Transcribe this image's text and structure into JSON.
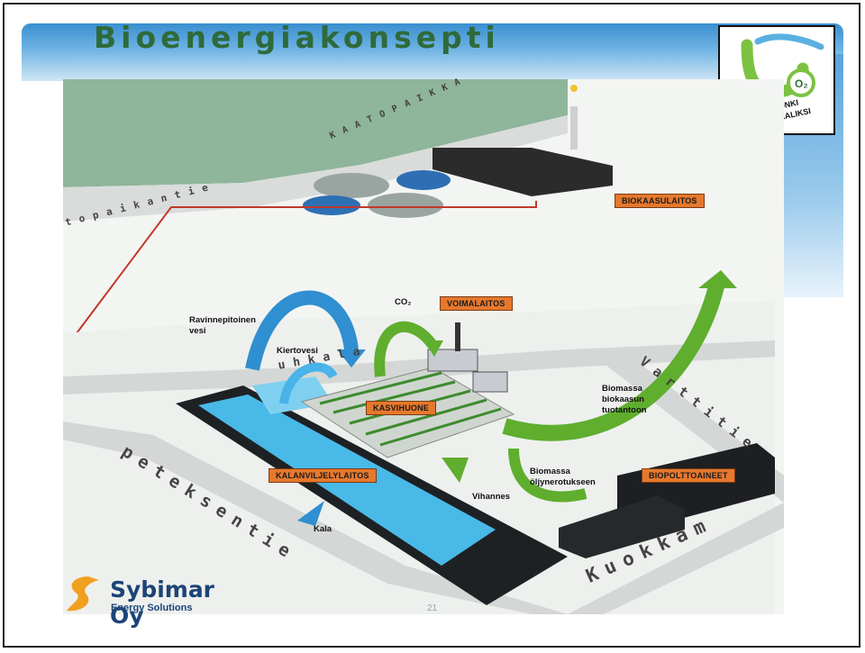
{
  "slide": {
    "title": "Bioenergiakonsepti",
    "page_number": "21"
  },
  "logo": {
    "line1": "UUSIKAUPUNKI",
    "line2": "HIILINEUTRAALIKSI",
    "mark": "O₂"
  },
  "roads": {
    "kaatopaikka": "KAATOPAIKKA",
    "kaatopaikantie": "topaikantie",
    "upper_road": "uhkala",
    "peteksentie": "peteksentie",
    "vartti": "Varttitie",
    "kuokka": "Kuokkam"
  },
  "facilities": {
    "biokaasu": "BIOKAASULAITOS",
    "voimala": "VOIMALAITOS",
    "kasvihuone": "KASVIHUONE",
    "kalanviljely": "KALANVILJELYLAITOS",
    "biopoltto": "BIOPOLTTOAINEET"
  },
  "flows": {
    "ravinne": "Ravinnepitoinen\nvesi",
    "kierto": "Kiertovesi",
    "co2": "CO₂",
    "biomassa_biokaasu": "Biomassa\nbiokaasun\ntuotantoon",
    "biomassa_oljy": "Biomassa\nöljynerotukseen",
    "vihannes": "Vihannes",
    "kala": "Kala"
  },
  "footer": {
    "company": "Sybimar Oy",
    "tagline": "Energy Solutions"
  },
  "colors": {
    "title_green": "#2f6a3a",
    "label_orange": "#e6782c",
    "arrow_green": "#5fae2e",
    "arrow_blue": "#2f8fd0",
    "brand_blue": "#1c4477",
    "brand_orange": "#f0a020"
  }
}
